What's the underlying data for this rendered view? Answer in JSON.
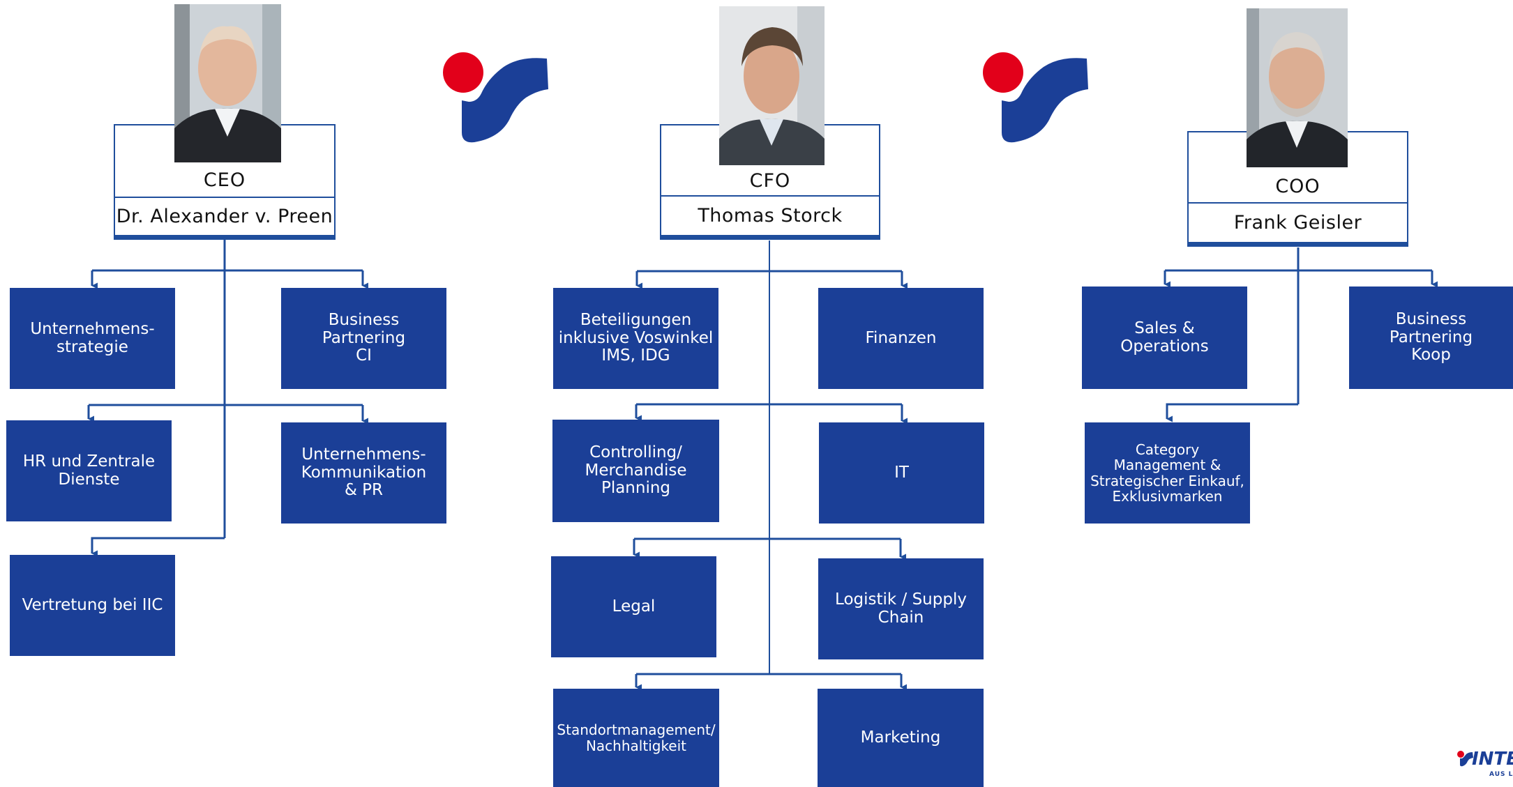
{
  "colors": {
    "box_fill": "#1b3f97",
    "line": "#1f4e9c",
    "logo_red": "#e2001a",
    "logo_blue": "#1b3f97"
  },
  "executives": {
    "ceo": {
      "role": "CEO",
      "name": "Dr. Alexander v. Preen"
    },
    "cfo": {
      "role": "CFO",
      "name": "Thomas Storck"
    },
    "coo": {
      "role": "COO",
      "name": "Frank Geisler"
    }
  },
  "ceo_units": {
    "strategy": "Unternehmens-\nstrategie",
    "bp_ci": "Business Partnering\nCI",
    "hr": "HR und Zentrale\nDienste",
    "comms": "Unternehmens-\nKommunikation\n& PR",
    "iic": "Vertretung bei IIC"
  },
  "cfo_units": {
    "holdings": "Beteiligungen\ninklusive Voswinkel\nIMS, IDG",
    "finance": "Finanzen",
    "controlling": "Controlling/\nMerchandise Planning",
    "it": "IT",
    "legal": "Legal",
    "logistics": "Logistik / Supply\nChain",
    "site": "Standortmanagement/\nNachhaltigkeit",
    "marketing": "Marketing"
  },
  "coo_units": {
    "sales": "Sales &\nOperations",
    "bp_koop": "Business Partnering\nKoop",
    "category": "Category\nManagement &\nStrategischer Einkauf,\nExklusivmarken"
  },
  "corner_logo": {
    "word": "INTE",
    "tagline": "AUS LIE"
  },
  "icons": {
    "logo": "intersport-mark",
    "arrow": "arrow-down-icon"
  }
}
